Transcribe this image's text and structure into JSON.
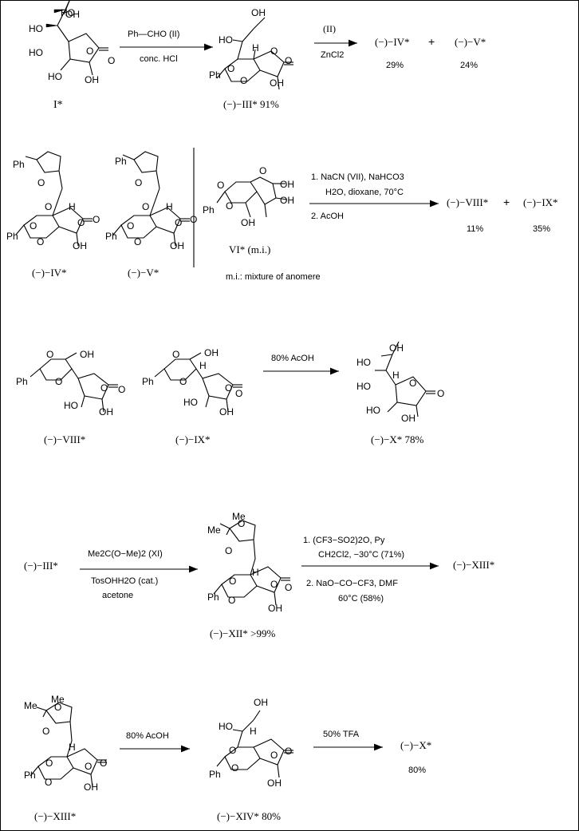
{
  "compounds": {
    "I": "I*",
    "III_yield": "(−)−III* 91%",
    "IV_product": "(−)−IV*",
    "IV_yield": "29%",
    "V_product": "(−)−V*",
    "V_yield": "24%",
    "IV": "(−)−IV*",
    "V": "(−)−V*",
    "VI": "VI* (m.i.)",
    "VIII_product": "(−)−VIII*",
    "VIII_yield": "11%",
    "IX_product": "(−)−IX*",
    "IX_yield": "35%",
    "VIII": "(−)−VIII*",
    "IX": "(−)−IX*",
    "X_yield": "(−)−X* 78%",
    "III_start": "(−)−III*",
    "XII_yield": "(−)−XII*  >99%",
    "XIII_product": "(−)−XIII*",
    "XIII": "(−)−XIII*",
    "XIV_yield": "(−)−XIV* 80%",
    "X_product": "(−)−X*",
    "X_final_yield": "80%"
  },
  "notes": {
    "mixture": "m.i.: mixture of anomere"
  },
  "conditions": {
    "r1_above": "Ph—CHO (II)",
    "r1_below": "conc. HCl",
    "r2_above": "(II)",
    "r2_below": "ZnCl2",
    "r3_line1": "1.  NaCN (VII), NaHCO3",
    "r3_line2": "H2O, dioxane, 70°C",
    "r3_line3": "2. AcOH",
    "r4_above": "80% AcOH",
    "r5_above": "Me2C(O−Me)2  (XI)",
    "r5_below1": "TosOHH2O (cat.)",
    "r5_below2": "acetone",
    "r6_line1": "1.  (CF3−SO2)2O,   Py",
    "r6_line2": "CH2Cl2, −30°C  (71%)",
    "r6_line3": "2. NaO−CO−CF3, DMF",
    "r6_line4": "60°C  (58%)",
    "r7_above": "80% AcOH",
    "r8_above": "50% TFA"
  },
  "atom_labels": {
    "OH": "OH",
    "HO": "HO",
    "O": "O",
    "H": "H",
    "Ph": "Ph",
    "Me": "Me"
  }
}
